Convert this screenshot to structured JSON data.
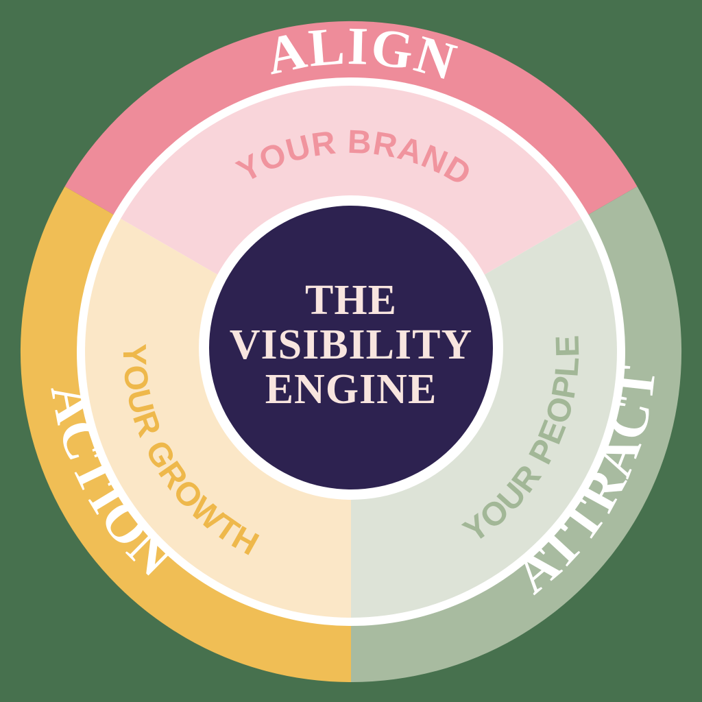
{
  "background_color": "#47714e",
  "wheel": {
    "ring_separator_color": "#ffffff",
    "center": {
      "label_lines": [
        "THE",
        "VISIBILITY",
        "ENGINE"
      ],
      "circle_color": "#2d2250",
      "text_color": "#f8e5df"
    },
    "segments": [
      {
        "name": "align",
        "position": "top",
        "outer_label": "ALIGN",
        "outer_label_color": "#ffffff",
        "outer_color": "#ee8c9a",
        "inner_label": "YOUR BRAND",
        "inner_label_color": "#f0949e",
        "inner_color": "#f9d5da"
      },
      {
        "name": "attract",
        "position": "bottom-right",
        "outer_label": "ATTRACT",
        "outer_label_color": "#ffffff",
        "outer_color": "#a8bba0",
        "inner_label": "YOUR PEOPLE",
        "inner_label_color": "#a2b797",
        "inner_color": "#dde3d7"
      },
      {
        "name": "action",
        "position": "bottom-left",
        "outer_label": "ACTION",
        "outer_label_color": "#ffffff",
        "outer_color": "#f0be55",
        "inner_label": "YOUR GROWTH",
        "inner_label_color": "#eeb84b",
        "inner_color": "#fbe7c7"
      }
    ]
  }
}
